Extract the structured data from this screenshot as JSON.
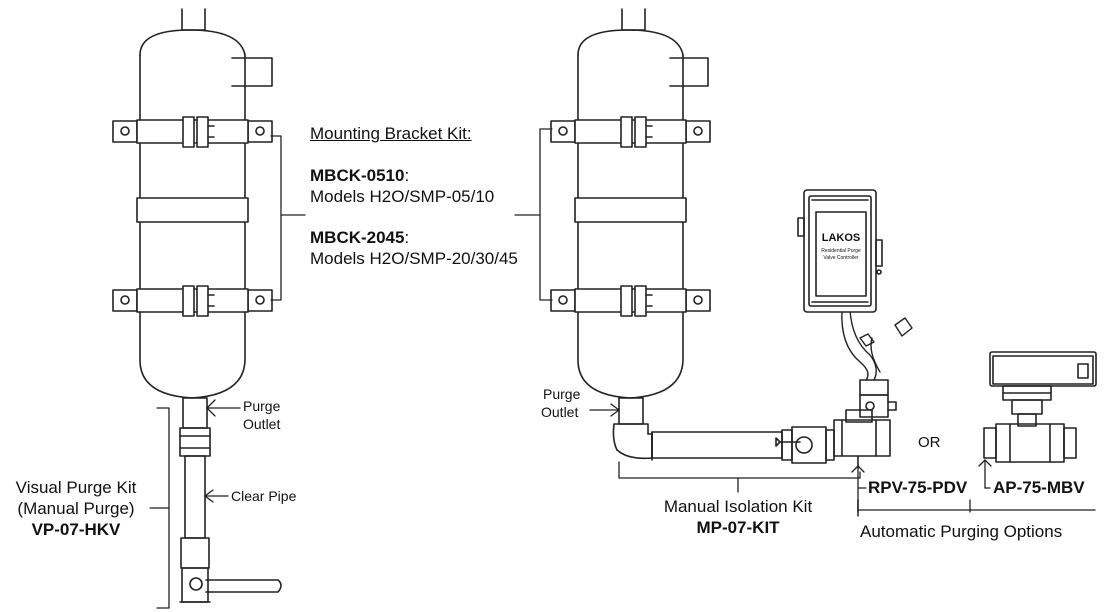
{
  "bracket_kit": {
    "heading": "Mounting Bracket Kit:",
    "kit1_code": "MBCK-0510",
    "kit1_colon": ":",
    "kit1_models": "Models H2O/SMP-05/10",
    "kit2_code": "MBCK-2045",
    "kit2_colon": ":",
    "kit2_models": "Models H2O/SMP-20/30/45"
  },
  "left_assembly": {
    "purge_label": "Purge",
    "outlet_label": "Outlet",
    "clear_pipe_label": "Clear Pipe",
    "kit_line1": "Visual Purge Kit",
    "kit_line2": "(Manual Purge)",
    "kit_code": "VP-07-HKV"
  },
  "right_assembly": {
    "purge_label": "Purge",
    "outlet_label": "Outlet",
    "isolation_kit_name": "Manual Isolation Kit",
    "isolation_kit_code": "MP-07-KIT",
    "controller_brand": "LAKOS",
    "controller_line1": "Residential Purge",
    "controller_line2": "Valve Controller",
    "option1_code": "RPV-75-PDV",
    "or_label": "OR",
    "option2_code": "AP-75-MBV",
    "options_label": "Automatic Purging Options"
  }
}
